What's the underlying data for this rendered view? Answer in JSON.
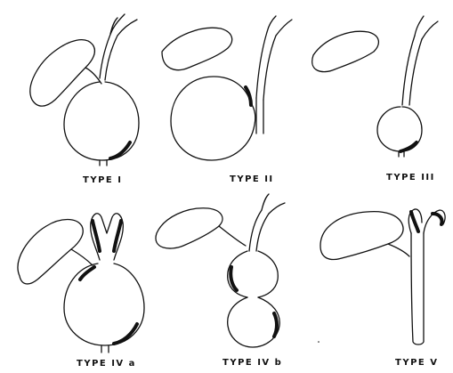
{
  "figure": {
    "panels": [
      {
        "id": "type-1",
        "label": "TYPE I"
      },
      {
        "id": "type-2",
        "label": "TYPE II"
      },
      {
        "id": "type-3",
        "label": "TYPE III"
      },
      {
        "id": "type-4a",
        "label": "TYPE IV a"
      },
      {
        "id": "type-4b",
        "label": "TYPE IV b"
      },
      {
        "id": "type-5",
        "label": "TYPE V"
      }
    ],
    "colors": {
      "ink": "#111111",
      "background": "#ffffff"
    }
  }
}
